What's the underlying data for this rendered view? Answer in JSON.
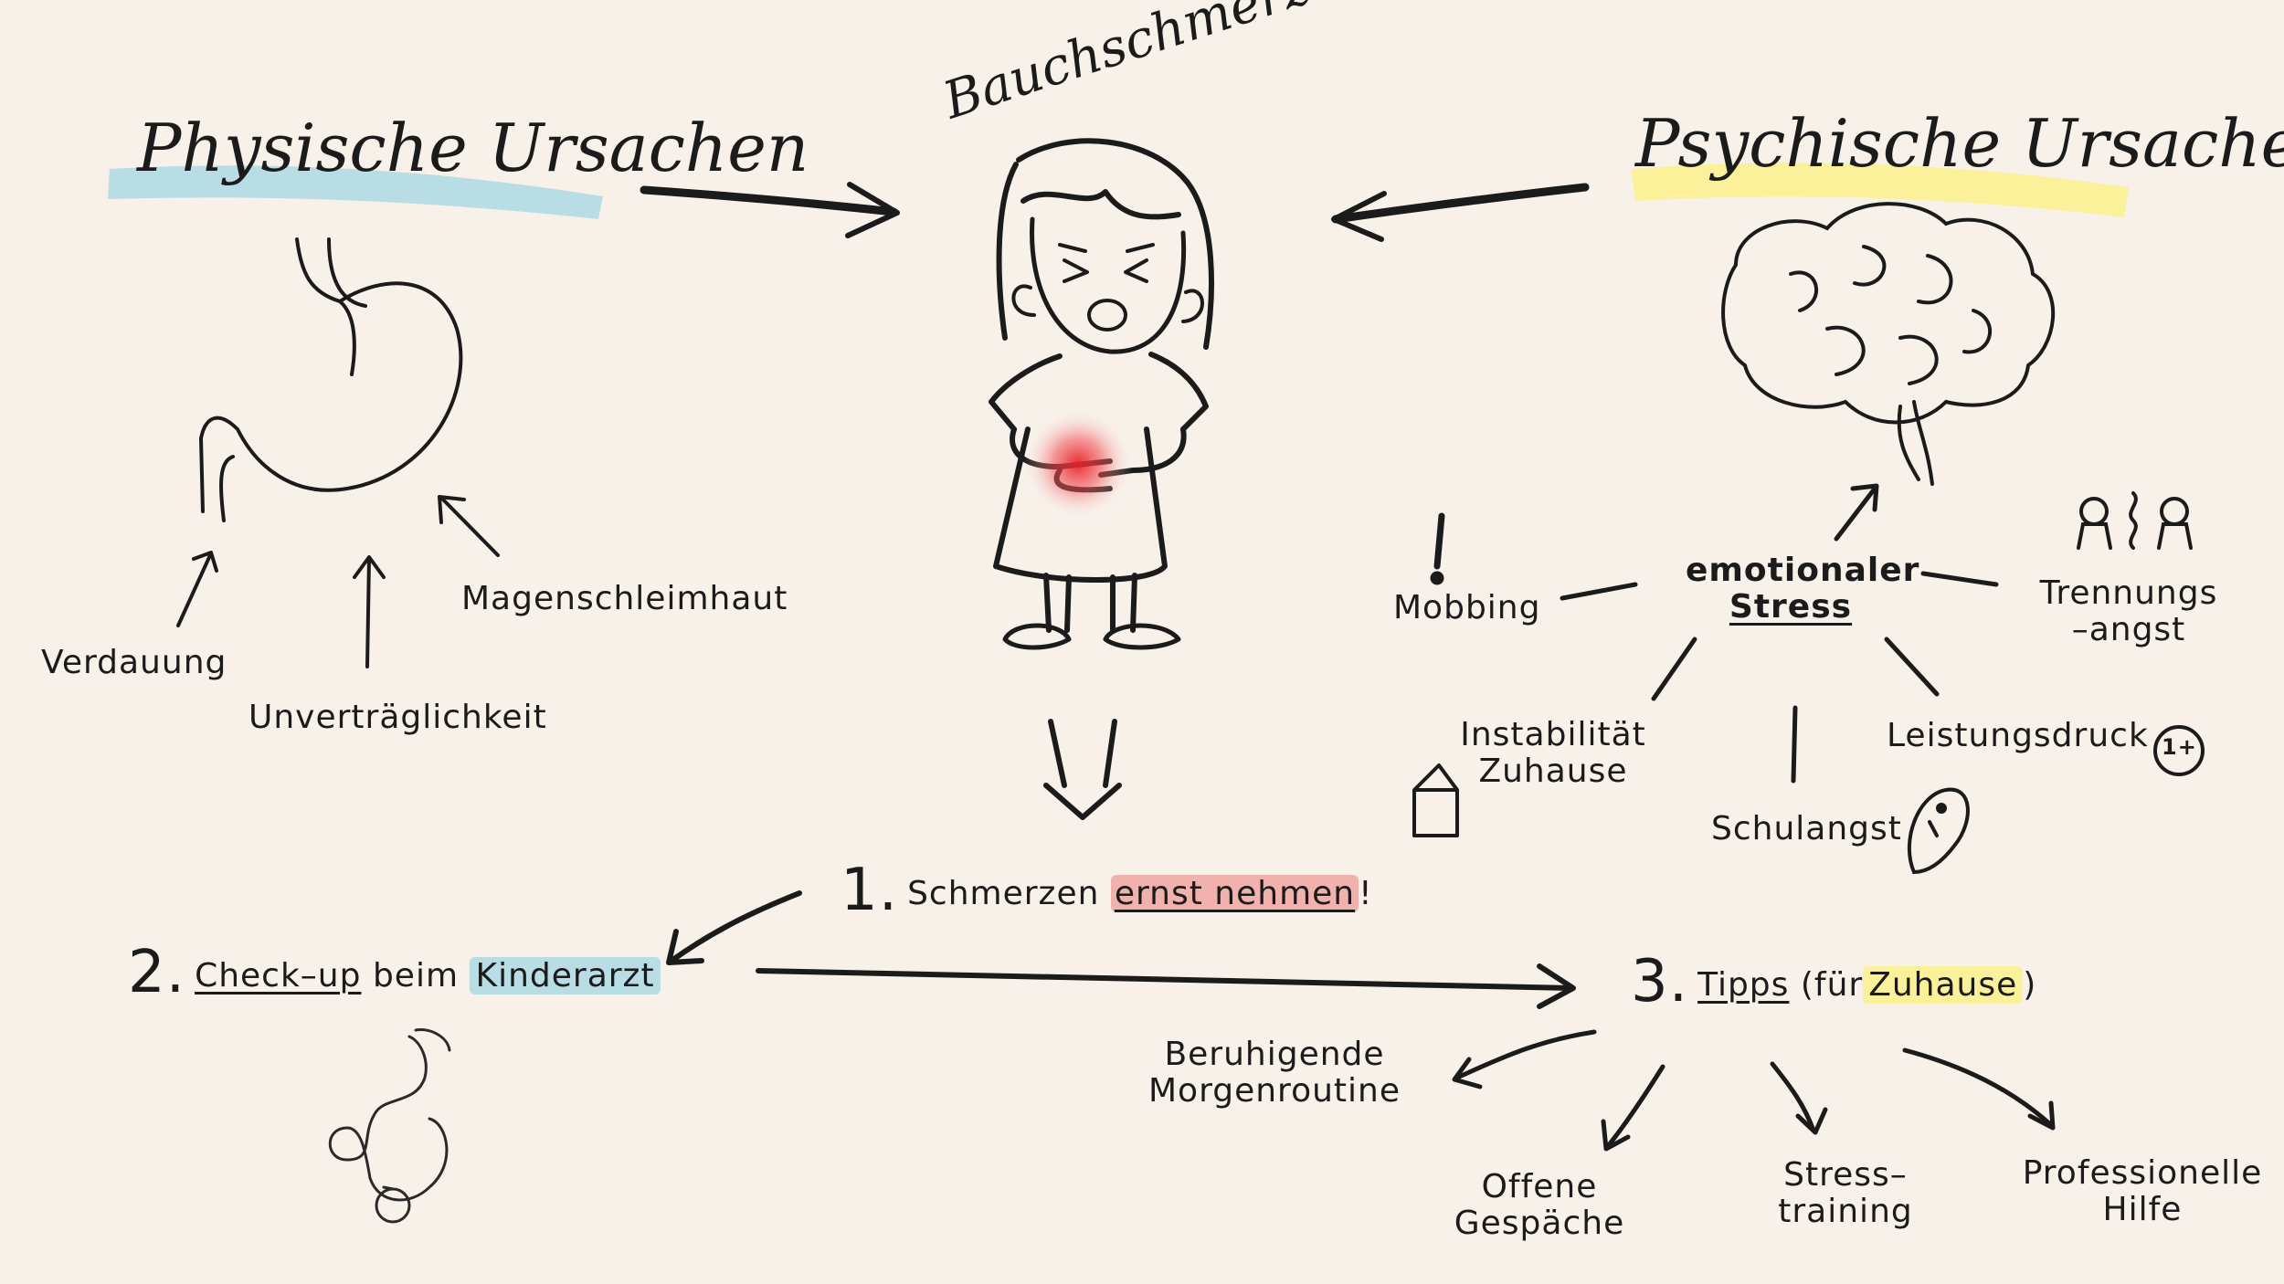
{
  "center_title": "Bauchschmerzen",
  "physical": {
    "title": "Physische Ursachen",
    "items": {
      "verdauung": "Verdauung",
      "unvertraeglichkeit": "Unverträglichkeit",
      "magenschleimhaut": "Magenschleimhaut"
    }
  },
  "psychological": {
    "title": "Psychische Ursachen",
    "hub": {
      "line1": "emotionaler",
      "line2": "Stress"
    },
    "items": {
      "mobbing": "Mobbing",
      "trennungsangst_1": "Trennungs",
      "trennungsangst_2": "–angst",
      "instabilitaet_1": "Instabilität",
      "instabilitaet_2": "Zuhause",
      "schulangst": "Schulangst",
      "leistungsdruck": "Leistungsdruck",
      "grade_badge": "1+"
    }
  },
  "steps": {
    "step1": {
      "number": "1.",
      "text_before": "Schmerzen",
      "highlight": "ernst nehmen",
      "text_after": "!"
    },
    "step2": {
      "number": "2.",
      "underlined": "Check–up",
      "middle": "beim",
      "highlight": "Kinderarzt"
    },
    "step3": {
      "number": "3.",
      "underlined": "Tipps",
      "open": "(für",
      "highlight": "Zuhause",
      "close": ")"
    }
  },
  "tips": {
    "morgenroutine_1": "Beruhigende",
    "morgenroutine_2": "Morgenroutine",
    "gespraeche_1": "Offene",
    "gespraeche_2": "Gespäche",
    "stresstraining_1": "Stress–",
    "stresstraining_2": "training",
    "hilfe_1": "Professionelle",
    "hilfe_2": "Hilfe"
  },
  "colors": {
    "background": "#f8f1ea",
    "ink": "#1b1b1b",
    "highlight_blue": "#b9dde5",
    "highlight_yellow": "#fbf19a",
    "highlight_red": "#f1b1ad",
    "pain_red": "#e8202a"
  }
}
